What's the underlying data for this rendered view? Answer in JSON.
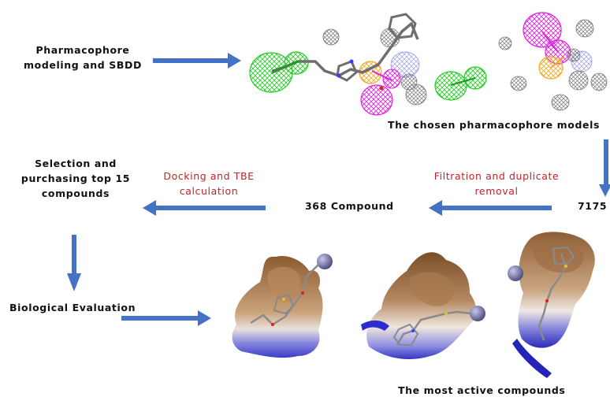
{
  "steps": {
    "pharmacophore_modeling": [
      "Pharmacophore",
      "modeling and SBDD"
    ],
    "chosen_models": "The chosen pharmacophore models",
    "count_7175": "7175",
    "filtration": [
      "Filtration and duplicate",
      "removal"
    ],
    "count_368": "368 Compound",
    "docking": [
      "Docking and TBE",
      "calculation"
    ],
    "selection": [
      "Selection and",
      "purchasing top 15",
      "compounds"
    ],
    "biological_evaluation": "Biological Evaluation",
    "most_active": "The most active compounds"
  },
  "colors": {
    "arrow": "#4472c4",
    "annotation_red": "#c0232a",
    "feature_green": "#22cc22",
    "feature_magenta": "#e020e0",
    "feature_orange": "#f5a623",
    "feature_gray": "#8a8a8a",
    "surface_brown": "#9c6b3e",
    "surface_blue": "#5a5ad6"
  }
}
